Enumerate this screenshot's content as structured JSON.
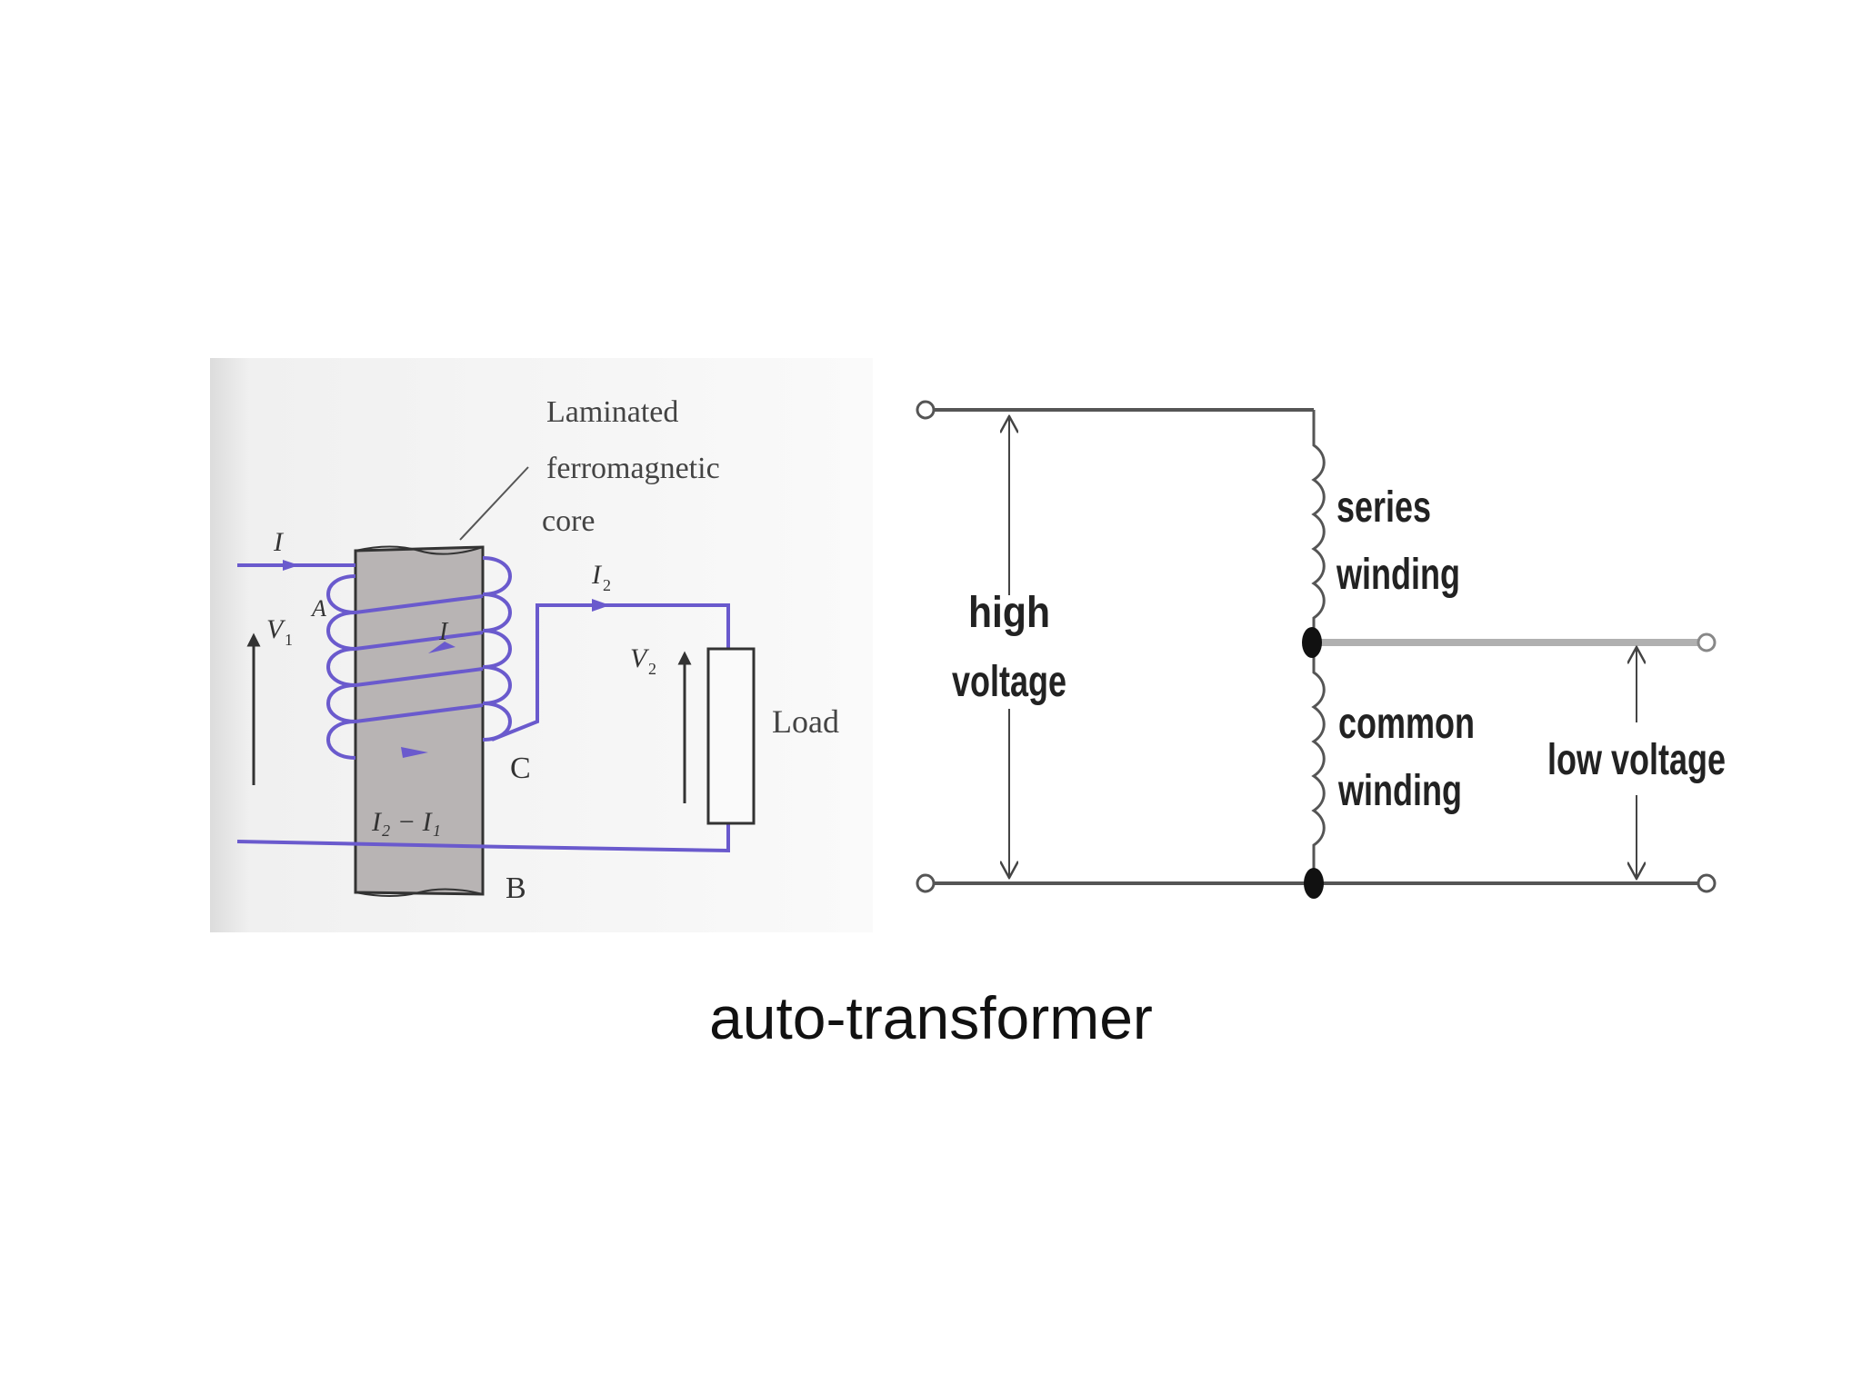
{
  "caption": "auto-transformer",
  "left_figure": {
    "core_label": [
      "Laminated",
      "ferromagnetic",
      "core"
    ],
    "current_in": "I",
    "current_out": "I",
    "current_out_sub": "2",
    "inner_current": "I",
    "voltage_in": "V",
    "voltage_in_sub": "1",
    "voltage_out": "V",
    "voltage_out_sub": "2",
    "tap_a": "A",
    "tap_b": "B",
    "tap_c": "C",
    "difference_current": "I₂ − I₁",
    "load_label": "Load"
  },
  "right_figure": {
    "high_voltage": [
      "high",
      "voltage"
    ],
    "series_winding": [
      "series",
      "winding"
    ],
    "common_winding": [
      "common",
      "winding"
    ],
    "low_voltage": "low voltage"
  },
  "colors": {
    "wire": "#6a5acd",
    "core_fill": "#b8b4b4",
    "line": "#555555",
    "tap_line": "#b0b0b0",
    "text": "#222222"
  }
}
